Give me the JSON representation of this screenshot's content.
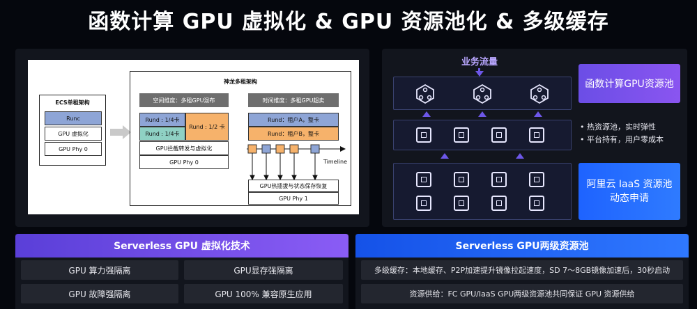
{
  "title": "函数计算 GPU 虚拟化 & GPU 资源池化 & 多级缓存",
  "diagram": {
    "ecs_title": "ECS单租架构",
    "ecs_rows": [
      "Runc",
      "GPU 虚拟化",
      "GPU Phy 0"
    ],
    "shenlong_title": "神龙多租架构",
    "space_header": "空间维度：多租GPU混布",
    "time_header": "时间维度：多租GPU超卖",
    "rund_quarter_1": "Rund : 1/4卡",
    "rund_quarter_2": "Rund : 1/4卡",
    "rund_half": "Rund : 1/2 卡",
    "gpu_intercept": "GPU拦截转发与虚拟化",
    "gpu_phy0": "GPU Phy 0",
    "rund_tenant_a": "Rund：租户A，整卡",
    "rund_tenant_b": "Rund：租户B，整卡",
    "timeline": "Timeline",
    "hotplug": "GPU热插拔与状态保存恢复",
    "gpu_phy1": "GPU Phy 1"
  },
  "right": {
    "flow_label": "业务流量",
    "fc_pool": "函数计算GPU资源池",
    "bullets": [
      "•  热资源池，实时弹性",
      "•  平台持有，用户零成本"
    ],
    "iaas_line1": "阿里云 IaaS 资源池",
    "iaas_line2": "动态申请"
  },
  "bottom_left": {
    "header": "Serverless GPU 虚拟化技术",
    "features": [
      "GPU 算力强隔离",
      "GPU显存强隔离",
      "GPU 故障强隔离",
      "GPU 100% 兼容原生应用"
    ]
  },
  "bottom_right": {
    "header": "Serverless GPU两级资源池",
    "items": [
      "多级缓存：本地缓存、P2P加速提升镜像拉起速度，SD 7～8GB镜像加速后，30秒启动",
      "资源供给：FC GPU/IaaS GPU两级资源池共同保证 GPU 资源供给"
    ]
  },
  "colors": {
    "purple": "#6b4ee6",
    "blue": "#1e63ff",
    "diagram_blue": "#8ea5d6",
    "diagram_green": "#8fd1c4",
    "diagram_orange": "#f6b26b",
    "diagram_gray": "#6e6e6e"
  }
}
